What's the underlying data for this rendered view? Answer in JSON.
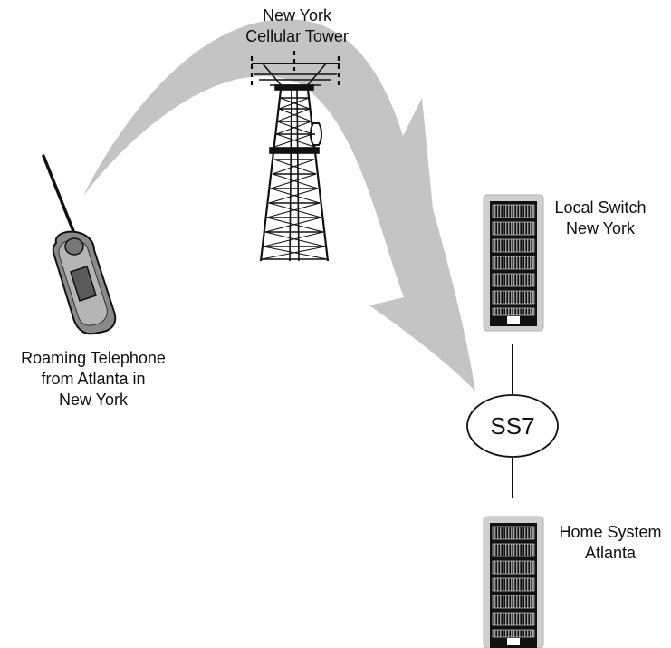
{
  "tower": {
    "label_line1": "New York",
    "label_line2": "Cellular Tower"
  },
  "local_switch": {
    "label_line1": "Local Switch",
    "label_line2": "New York"
  },
  "phone": {
    "label_line1": "Roaming Telephone",
    "label_line2": "from Atlanta in",
    "label_line3": "New York"
  },
  "ss7": {
    "label": "SS7"
  },
  "home_system": {
    "label_line1": "Home System",
    "label_line2": "Atlanta"
  },
  "colors": {
    "arrow": "#c8c8c8",
    "switch_frame": "#cfcfcf",
    "ink": "#111111"
  }
}
